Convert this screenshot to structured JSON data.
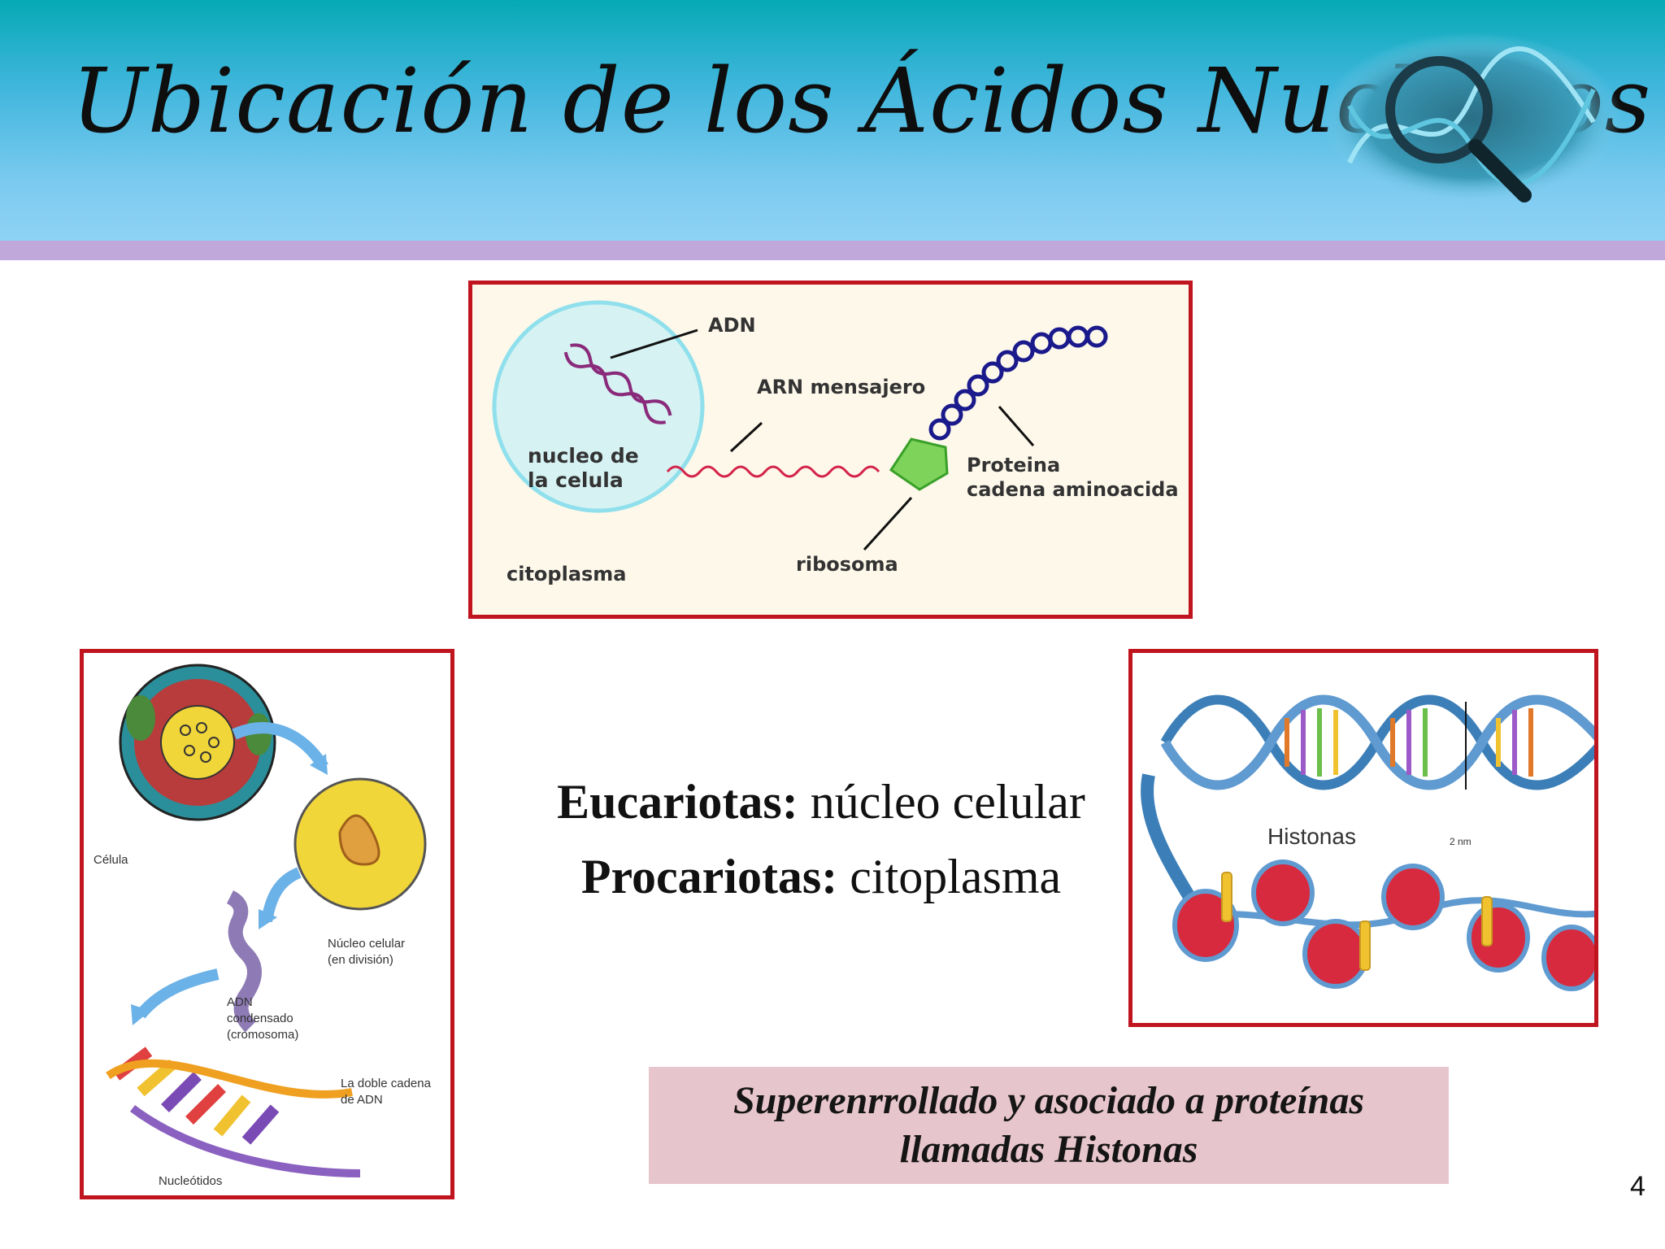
{
  "slide": {
    "title": "Ubicación de los Ácidos Nucleicos",
    "page_number": "4"
  },
  "diagram_top": {
    "adn": "ADN",
    "arn": "ARN mensajero",
    "nucleo_1": "nucleo de",
    "nucleo_2": "la celula",
    "proteina_1": "Proteina",
    "proteina_2": "cadena aminoacida",
    "citoplasma": "citoplasma",
    "ribosoma": "ribosoma"
  },
  "diagram_left": {
    "celula": "Célula",
    "nucleo_1": "Núcleo celular",
    "nucleo_2": "(en división)",
    "adn_1": "ADN",
    "adn_2": "condensado",
    "adn_3": "(cromosoma)",
    "doble_1": "La doble cadena",
    "doble_2": "de ADN",
    "nucleotidos": "Nucleótidos"
  },
  "diagram_right": {
    "histonas": "Histonas",
    "scale": "2 nm"
  },
  "text": {
    "euc_label": "Eucariotas:",
    "euc_value": " núcleo celular",
    "pro_label": "Procariotas:",
    "pro_value": " citoplasma"
  },
  "note": {
    "line1": "Superenrrollado y asociado a proteínas",
    "line2": "llamadas Histonas"
  }
}
